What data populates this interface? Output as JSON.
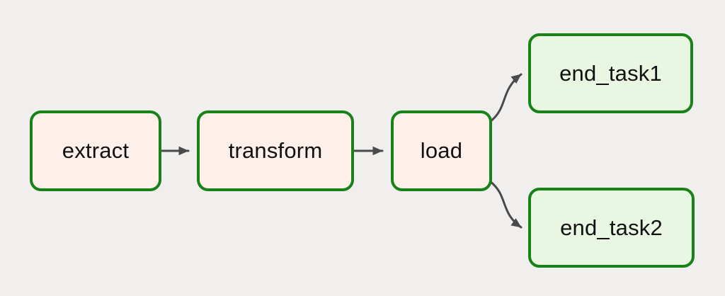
{
  "diagram": {
    "type": "dag-graph",
    "background": "#f0efee",
    "edge_color": "#4a4a4a",
    "nodes": [
      {
        "id": "extract",
        "label": "extract",
        "fill": "#fdf0eb",
        "border": "#178217"
      },
      {
        "id": "transform",
        "label": "transform",
        "fill": "#fdf0eb",
        "border": "#178217"
      },
      {
        "id": "load",
        "label": "load",
        "fill": "#fdf0eb",
        "border": "#178217"
      },
      {
        "id": "end_task1",
        "label": "end_task1",
        "fill": "#e8f6e2",
        "border": "#178217"
      },
      {
        "id": "end_task2",
        "label": "end_task2",
        "fill": "#e8f6e2",
        "border": "#178217"
      }
    ],
    "edges": [
      {
        "from": "extract",
        "to": "transform"
      },
      {
        "from": "transform",
        "to": "load"
      },
      {
        "from": "load",
        "to": "end_task1"
      },
      {
        "from": "load",
        "to": "end_task2"
      }
    ]
  }
}
